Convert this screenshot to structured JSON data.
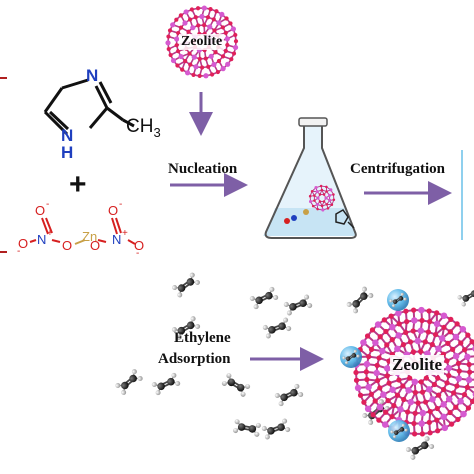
{
  "labels": {
    "zeolite_top": "Zeolite",
    "zeolite_bottom": "Zeolite",
    "nucleation": "Nucleation",
    "centrifugation": "Centrifugation",
    "ethylene": "Ethylene",
    "adsorption": "Adsorption",
    "plus": "+"
  },
  "molecules": {
    "imidazole_n": "N",
    "imidazole_nh_n": "N",
    "imidazole_nh_h": "H",
    "methyl": "CH3",
    "zn": "Zn",
    "no3_left_n": "N",
    "no3_right_n": "N",
    "o": "O",
    "charge_plus": "+",
    "charge_minus": "-"
  },
  "colors": {
    "arrow": "#7e5fa6",
    "nitrogen": "#1f3fbf",
    "oxygen": "#d62020",
    "zinc": "#c8a046",
    "zeolite_red": "#e0205a",
    "zeolite_pink": "#d65ad0",
    "ethylene_c": "#303030",
    "ethylene_h": "#e8e8e8",
    "sphere_blue": "#57b6e8"
  }
}
